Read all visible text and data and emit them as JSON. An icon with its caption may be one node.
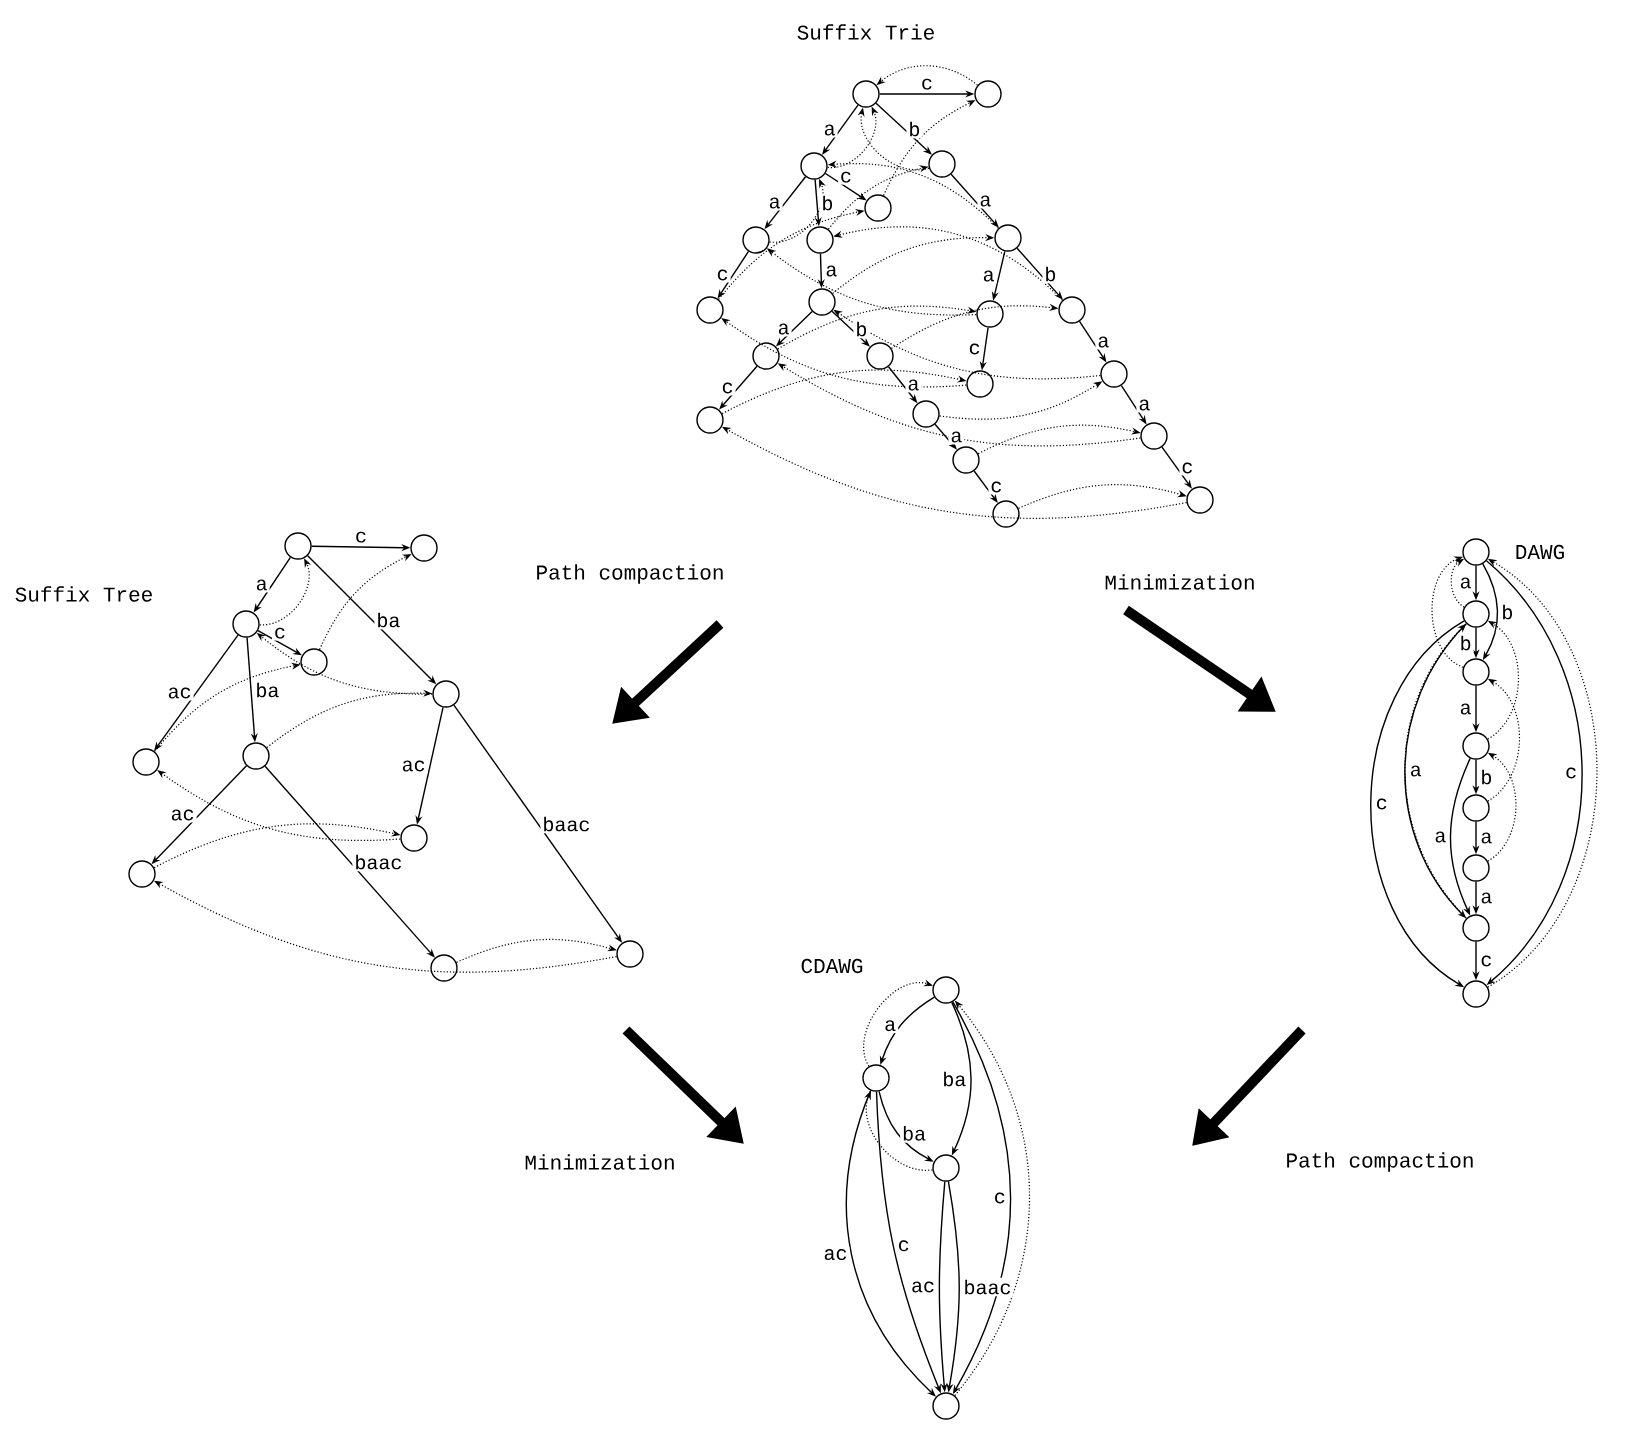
{
  "diagram": {
    "nodes": [
      {
        "text": [],
        "shape": "circle"
      },
      {
        "text": [],
        "shape": "circle"
      },
      {
        "text": [],
        "shape": "circle"
      },
      {
        "text": [],
        "shape": "circle"
      },
      {
        "text": [],
        "shape": "circle"
      },
      {
        "text": [],
        "shape": "circle"
      },
      {
        "text": [],
        "shape": "circle"
      },
      {
        "text": [],
        "shape": "circle"
      },
      {
        "text": [],
        "shape": "circle"
      },
      {
        "text": [],
        "shape": "circle"
      },
      {
        "text": [],
        "shape": "circle"
      },
      {
        "text": [],
        "shape": "circle"
      },
      {
        "text": [],
        "shape": "circle"
      },
      {
        "text": [],
        "shape": "circle"
      },
      {
        "text": [],
        "shape": "circle"
      },
      {
        "text": [],
        "shape": "circle"
      },
      {
        "text": [],
        "shape": "circle"
      },
      {
        "text": [],
        "shape": "circle"
      },
      {
        "text": [],
        "shape": "circle"
      },
      {
        "text": [],
        "shape": "circle"
      },
      {
        "text": [],
        "shape": "circle"
      },
      {
        "text": [],
        "shape": "circle"
      },
      {
        "text": [],
        "shape": "circle"
      },
      {
        "text": [],
        "shape": "circle"
      },
      {
        "text": [],
        "shape": "circle"
      },
      {
        "text": [],
        "shape": "circle"
      },
      {
        "text": [],
        "shape": "circle"
      },
      {
        "text": [],
        "shape": "circle"
      },
      {
        "text": [],
        "shape": "circle"
      },
      {
        "text": [],
        "shape": "circle"
      },
      {
        "text": [],
        "shape": "circle"
      },
      {
        "text": [],
        "shape": "circle"
      },
      {
        "text": [],
        "shape": "circle"
      },
      {
        "text": [],
        "shape": "circle"
      },
      {
        "text": [],
        "shape": "circle"
      },
      {
        "text": [],
        "shape": "circle"
      },
      {
        "text": [],
        "shape": "circle"
      },
      {
        "text": [],
        "shape": "circle"
      },
      {
        "text": [],
        "shape": "circle"
      },
      {
        "text": [],
        "shape": "circle"
      },
      {
        "text": [],
        "shape": "circle"
      },
      {
        "text": [],
        "shape": "circle"
      },
      {
        "text": [],
        "shape": "circle"
      },
      {
        "text": [],
        "shape": "circle"
      },
      {
        "text": [],
        "shape": "circle"
      }
    ],
    "edges": [
      {
        "from": 0,
        "to": 2,
        "arrow": "to",
        "label": "a"
      },
      {
        "from": 0,
        "to": 3,
        "arrow": "to",
        "label": "b"
      },
      {
        "from": 0,
        "to": 1,
        "arrow": "to",
        "label": "c"
      },
      {
        "from": 2,
        "to": 4,
        "arrow": "to",
        "label": "a"
      },
      {
        "from": 2,
        "to": 5,
        "arrow": "to",
        "label": "b"
      },
      {
        "from": 2,
        "to": 6,
        "arrow": "to",
        "label": "c"
      },
      {
        "from": 3,
        "to": 7,
        "arrow": "to",
        "label": "a"
      },
      {
        "from": 4,
        "to": 8,
        "arrow": "to",
        "label": "c"
      },
      {
        "from": 5,
        "to": 9,
        "arrow": "to",
        "label": "a"
      },
      {
        "from": 7,
        "to": 10,
        "arrow": "to",
        "label": "a"
      },
      {
        "from": 7,
        "to": 11,
        "arrow": "to",
        "label": "b"
      },
      {
        "from": 9,
        "to": 12,
        "arrow": "to",
        "label": "a"
      },
      {
        "from": 9,
        "to": 13,
        "arrow": "to",
        "label": "b"
      },
      {
        "from": 10,
        "to": 14,
        "arrow": "to",
        "label": "c"
      },
      {
        "from": 11,
        "to": 15,
        "arrow": "to",
        "label": "a"
      },
      {
        "from": 12,
        "to": 16,
        "arrow": "to",
        "label": "c"
      },
      {
        "from": 13,
        "to": 17,
        "arrow": "to",
        "label": "a"
      },
      {
        "from": 15,
        "to": 18,
        "arrow": "to",
        "label": "a"
      },
      {
        "from": 17,
        "to": 19,
        "arrow": "to",
        "label": "a"
      },
      {
        "from": 18,
        "to": 20,
        "arrow": "to",
        "label": "c"
      },
      {
        "from": 19,
        "to": 21,
        "arrow": "to",
        "label": "c"
      },
      {
        "from": 1,
        "to": 0,
        "arrow": "to",
        "style": "dashed"
      },
      {
        "from": 2,
        "to": 0,
        "arrow": "to",
        "style": "dashed"
      },
      {
        "from": 3,
        "to": 0,
        "arrow": "to",
        "style": "dashed"
      },
      {
        "from": 4,
        "to": 2,
        "arrow": "to",
        "style": "dashed"
      },
      {
        "from": 5,
        "to": 3,
        "arrow": "to",
        "style": "dashed"
      },
      {
        "from": 6,
        "to": 1,
        "arrow": "to",
        "style": "dashed"
      },
      {
        "from": 7,
        "to": 2,
        "arrow": "to",
        "style": "dashed"
      },
      {
        "from": 8,
        "to": 6,
        "arrow": "to",
        "style": "dashed"
      },
      {
        "from": 9,
        "to": 7,
        "arrow": "to",
        "style": "dashed"
      },
      {
        "from": 10,
        "to": 4,
        "arrow": "to",
        "style": "dashed"
      },
      {
        "from": 11,
        "to": 5,
        "arrow": "to",
        "style": "dashed"
      },
      {
        "from": 12,
        "to": 10,
        "arrow": "to",
        "style": "dashed"
      },
      {
        "from": 13,
        "to": 11,
        "arrow": "to",
        "style": "dashed"
      },
      {
        "from": 14,
        "to": 8,
        "arrow": "to",
        "style": "dashed"
      },
      {
        "from": 15,
        "to": 9,
        "arrow": "to",
        "style": "dashed"
      },
      {
        "from": 16,
        "to": 14,
        "arrow": "to",
        "style": "dashed"
      },
      {
        "from": 17,
        "to": 15,
        "arrow": "to",
        "style": "dashed"
      },
      {
        "from": 18,
        "to": 12,
        "arrow": "to",
        "style": "dashed"
      },
      {
        "from": 19,
        "to": 18,
        "arrow": "to",
        "style": "dashed"
      },
      {
        "from": 20,
        "to": 16,
        "arrow": "to",
        "style": "dashed"
      },
      {
        "from": 21,
        "to": 20,
        "arrow": "to",
        "style": "dashed"
      },
      {
        "from": 22,
        "to": 24,
        "arrow": "to",
        "label": "a"
      },
      {
        "from": 22,
        "to": 23,
        "arrow": "to",
        "label": "c"
      },
      {
        "from": 22,
        "to": 26,
        "arrow": "to",
        "label": "ba"
      },
      {
        "from": 24,
        "to": 25,
        "arrow": "to",
        "label": "c"
      },
      {
        "from": 24,
        "to": 27,
        "arrow": "to",
        "label": "ac"
      },
      {
        "from": 24,
        "to": 28,
        "arrow": "to",
        "label": "ba"
      },
      {
        "from": 28,
        "to": 30,
        "arrow": "to",
        "label": "ac"
      },
      {
        "from": 28,
        "to": 32,
        "arrow": "to",
        "label": "baac"
      },
      {
        "from": 26,
        "to": 29,
        "arrow": "to",
        "label": "ac"
      },
      {
        "from": 26,
        "to": 31,
        "arrow": "to",
        "label": "baac"
      },
      {
        "from": 24,
        "to": 22,
        "arrow": "to",
        "style": "dashed"
      },
      {
        "from": 25,
        "to": 23,
        "arrow": "to",
        "style": "dashed"
      },
      {
        "from": 27,
        "to": 25,
        "arrow": "to",
        "style": "dashed"
      },
      {
        "from": 28,
        "to": 26,
        "arrow": "to",
        "style": "dashed"
      },
      {
        "from": 26,
        "to": 24,
        "arrow": "to",
        "style": "dashed"
      },
      {
        "from": 29,
        "to": 27,
        "arrow": "to",
        "style": "dashed"
      },
      {
        "from": 30,
        "to": 29,
        "arrow": "to",
        "style": "dashed"
      },
      {
        "from": 32,
        "to": 31,
        "arrow": "to",
        "style": "dashed"
      },
      {
        "from": 31,
        "to": 30,
        "arrow": "to",
        "style": "dashed"
      },
      {
        "from": 33,
        "to": 34,
        "arrow": "to",
        "label": "a"
      },
      {
        "from": 33,
        "to": 35,
        "arrow": "to",
        "label": "b"
      },
      {
        "from": 34,
        "to": 35,
        "arrow": "to",
        "label": "b"
      },
      {
        "from": 35,
        "to": 36,
        "arrow": "to",
        "label": "a"
      },
      {
        "from": 36,
        "to": 37,
        "arrow": "to",
        "label": "b"
      },
      {
        "from": 37,
        "to": 38,
        "arrow": "to",
        "label": "a"
      },
      {
        "from": 38,
        "to": 39,
        "arrow": "to",
        "label": "a"
      },
      {
        "from": 39,
        "to": 40,
        "arrow": "to",
        "label": "c"
      },
      {
        "from": 34,
        "to": 39,
        "arrow": "to",
        "label": "a"
      },
      {
        "from": 34,
        "to": 40,
        "arrow": "to",
        "label": "c"
      },
      {
        "from": 36,
        "to": 39,
        "arrow": "to",
        "label": "a"
      },
      {
        "from": 33,
        "to": 40,
        "arrow": "to",
        "label": "c"
      },
      {
        "from": 34,
        "to": 33,
        "arrow": "to",
        "style": "dashed"
      },
      {
        "from": 35,
        "to": 33,
        "arrow": "to",
        "style": "dashed"
      },
      {
        "from": 36,
        "to": 34,
        "arrow": "to",
        "style": "dashed"
      },
      {
        "from": 37,
        "to": 35,
        "arrow": "to",
        "style": "dashed"
      },
      {
        "from": 38,
        "to": 36,
        "arrow": "to",
        "style": "dashed"
      },
      {
        "from": 39,
        "to": 34,
        "arrow": "to",
        "style": "dashed"
      },
      {
        "from": 40,
        "to": 33,
        "arrow": "to",
        "style": "dashed"
      },
      {
        "from": 41,
        "to": 42,
        "arrow": "to",
        "label": "a"
      },
      {
        "from": 41,
        "to": 43,
        "arrow": "to",
        "label": "ba"
      },
      {
        "from": 42,
        "to": 43,
        "arrow": "to",
        "label": "ba"
      },
      {
        "from": 42,
        "to": 44,
        "arrow": "to",
        "label": "ac"
      },
      {
        "from": 42,
        "to": 44,
        "arrow": "to",
        "label": "c"
      },
      {
        "from": 43,
        "to": 44,
        "arrow": "to",
        "label": "ac"
      },
      {
        "from": 43,
        "to": 44,
        "arrow": "to",
        "label": "baac"
      },
      {
        "from": 41,
        "to": 44,
        "arrow": "to",
        "label": "c"
      },
      {
        "from": 42,
        "to": 41,
        "arrow": "to",
        "style": "dashed"
      },
      {
        "from": 43,
        "to": 42,
        "arrow": "to",
        "style": "dashed"
      },
      {
        "from": 44,
        "to": 41,
        "arrow": "to",
        "style": "dashed"
      }
    ],
    "labels": [
      "Suffix Trie",
      "Suffix Tree",
      "Path compaction",
      "Minimization",
      "DAWG",
      "CDAWG",
      "Minimization",
      "Path compaction"
    ]
  }
}
